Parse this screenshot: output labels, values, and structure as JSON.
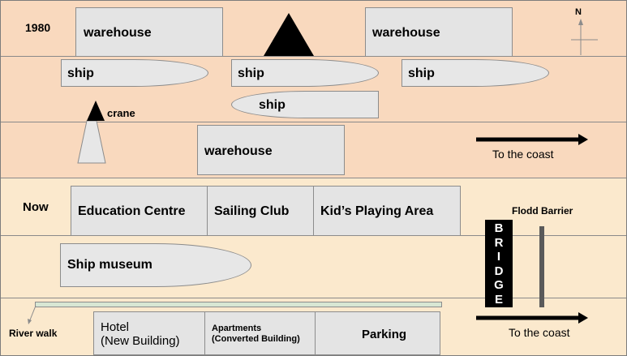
{
  "labels": {
    "year_1980": "1980",
    "now": "Now",
    "north": "N"
  },
  "past": {
    "warehouse_1": "warehouse",
    "warehouse_2": "warehouse",
    "warehouse_3": "warehouse",
    "crane_1": "crane",
    "crane_2": "crane",
    "ship_1": "ship",
    "ship_2": "ship",
    "ship_3": "ship",
    "ship_4": "ship",
    "to_coast": "To the coast"
  },
  "present": {
    "education_centre": "Education Centre",
    "sailing_club": "Sailing Club",
    "kids_area": "Kid’s Playing Area",
    "ship_museum": "Ship museum",
    "flood_barrier": "Flodd Barrier",
    "bridge_letters": [
      "B",
      "R",
      "I",
      "D",
      "G",
      "E"
    ],
    "river_walk": "River walk",
    "hotel_line1": "Hotel",
    "hotel_line2": "(New Building)",
    "apartments_line1": "Apartments",
    "apartments_line2": "(Converted Building)",
    "parking": "Parking",
    "to_coast": "To the coast"
  },
  "colors": {
    "band_1980": "#f9d9be",
    "band_now": "#fbe9cd",
    "building": "#e4e4e4",
    "crane": "#000000",
    "bridge": "#000000",
    "barrier": "#5a5a5a",
    "walkway": "#d8e7d4"
  }
}
